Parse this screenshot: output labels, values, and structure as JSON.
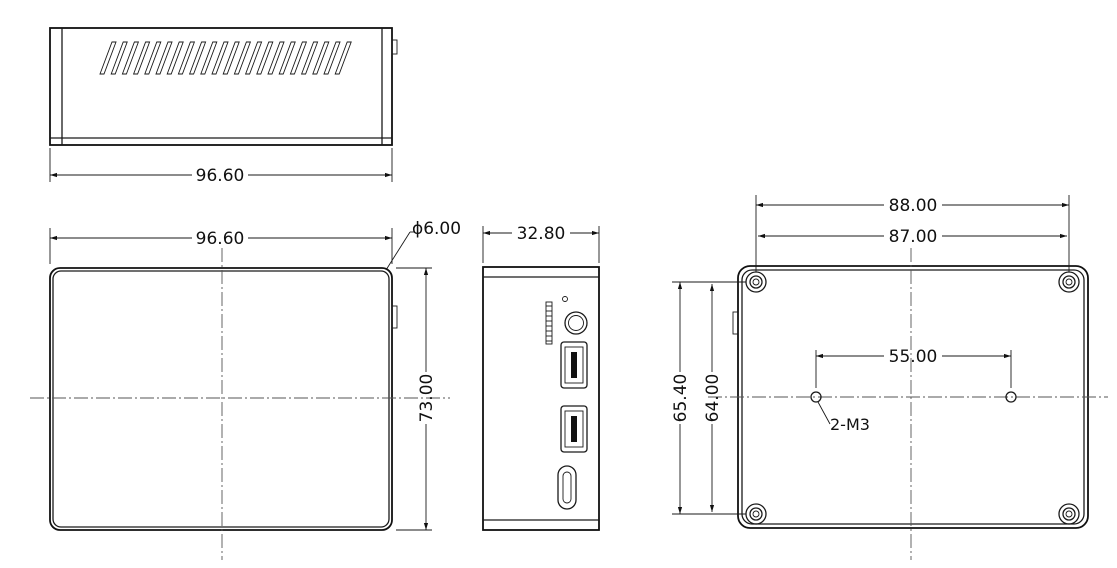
{
  "dimensions": {
    "top_view_width": "96.60",
    "front_width": "96.60",
    "corner_hole": "ϕ6.00",
    "height": "73.00",
    "side_depth": "32.80",
    "mount_outer": "88.00",
    "mount_inner": "87.00",
    "mount_height_outer": "65.40",
    "mount_height_inner": "64.00",
    "screw_spacing": "55.00",
    "screw_label": "2-M3"
  },
  "colors": {
    "line": "#1a1a1a",
    "centerline": "#555555",
    "background": "#ffffff"
  },
  "icons": [
    "power-button-icon",
    "usb-a-port-icon",
    "usb-c-port-icon",
    "sd-card-slot-icon",
    "led-indicator-icon"
  ]
}
